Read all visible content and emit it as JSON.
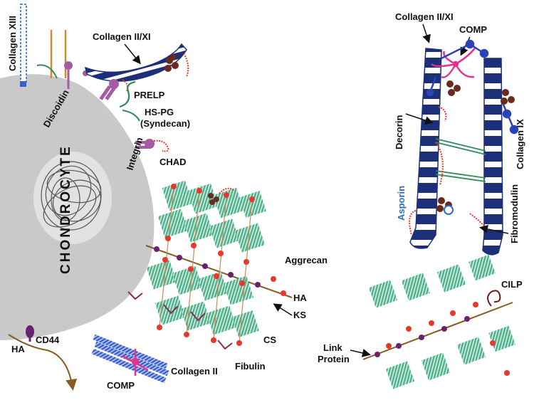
{
  "labels": {
    "collagen_xiii": "Collagen XIII",
    "collagen_ii_xi_left": "Collagen II/XI",
    "discoidin": "Discoidin",
    "prelp": "PRELP",
    "hs_pg_1": "HS-PG",
    "hs_pg_2": "(Syndecan)",
    "integrin": "Integrin",
    "chad": "CHAD",
    "chondrocyte": "CHONDROCYTE",
    "aggrecan": "Aggrecan",
    "ha_center": "HA",
    "ks": "KS",
    "cs": "CS",
    "fibulin": "Fibulin",
    "cd44": "CD44",
    "ha_left": "HA",
    "comp_bottom": "COMP",
    "collagen_ii_bottom": "Collagen II",
    "collagen_ii_xi_right": "Collagen II/XI",
    "comp_right": "COMP",
    "decorin": "Decorin",
    "collagen_ix": "Collagen IX",
    "asporin": "Asporin",
    "fibromodulin": "Fibromodulin",
    "cilp": "CILP",
    "link_protein_1": "Link",
    "link_protein_2": "Protein"
  },
  "colors": {
    "cell": "#c9c9c9",
    "nucleus": "#e2e2e2",
    "collagen_blue": "#1c2f78",
    "proteoglycan_green": "#4fb08c",
    "dot_red": "#e8382c",
    "dot_purple": "#6a2270",
    "integrin_purple": "#a55ba3",
    "comp_pink": "#e2338f",
    "asporin_blue": "#2a6fc1",
    "ha_brown": "#8a5a22"
  }
}
